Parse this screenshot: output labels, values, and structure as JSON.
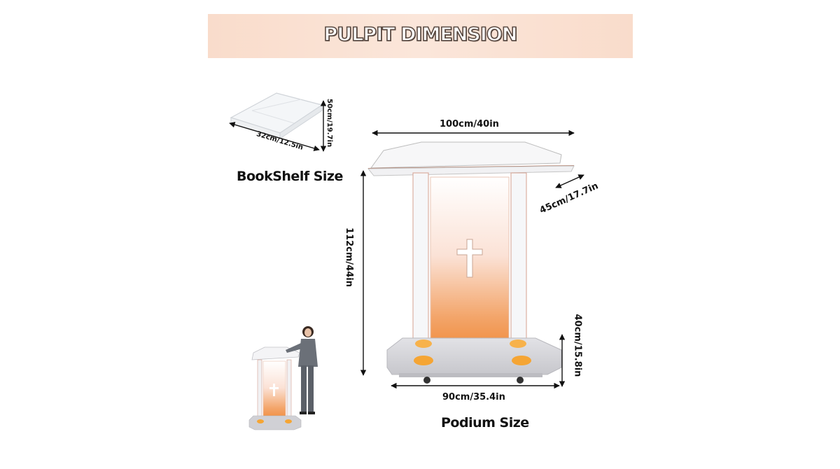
{
  "banner": {
    "title": "PULPIT DIMENSION"
  },
  "bookshelf": {
    "caption": "BookShelf Size",
    "height_label": "50cm/19.7in",
    "width_label": "32cm/12.5in"
  },
  "podium": {
    "caption": "Podium Size",
    "top_width_label": "100cm/40in",
    "depth_label": "45cm/17.7in",
    "height_label": "112cm/44in",
    "base_height_label": "40cm/15.8in",
    "base_width_label": "90cm/35.4in"
  },
  "colors": {
    "banner_bg": "#f9dccb",
    "glow_orange": "#f39a4a",
    "acrylic_edge": "#c9c9c9",
    "base_grey": "#d5d5d8"
  }
}
